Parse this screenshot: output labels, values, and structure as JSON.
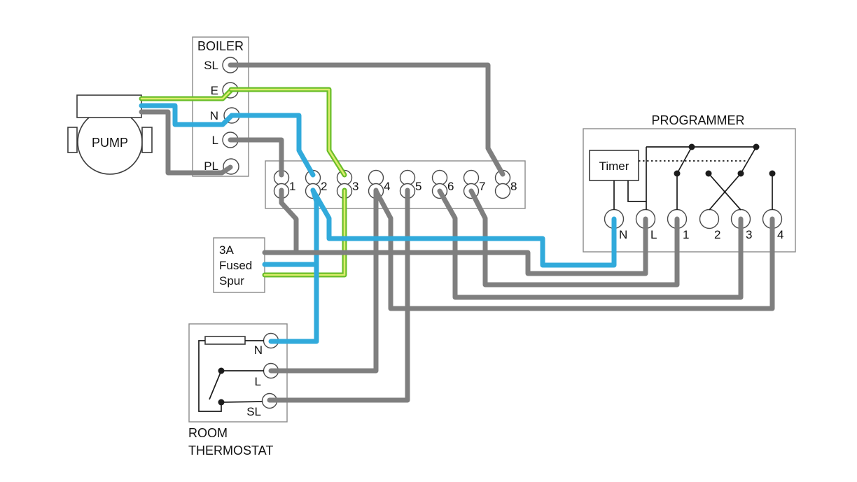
{
  "colors": {
    "background": "#FFFFFF",
    "wire_gray": "#7F7F7F",
    "wire_blue": "#31AADB",
    "wire_earth_green": "#69BE28",
    "wire_earth_yellow": "#DCEC6E",
    "line_black": "#1C1C1C",
    "box_border": "#8A8A8A"
  },
  "boiler": {
    "title": "BOILER",
    "terminals": [
      "SL",
      "E",
      "N",
      "L",
      "PL"
    ]
  },
  "pump": {
    "label": "PUMP"
  },
  "junction_box": {
    "terminals": [
      "1",
      "2",
      "3",
      "4",
      "5",
      "6",
      "7",
      "8"
    ]
  },
  "fused_spur": {
    "label_lines": [
      "3A",
      "Fused",
      "Spur"
    ]
  },
  "room_thermostat": {
    "title_lines": [
      "ROOM",
      "THERMOSTAT"
    ],
    "terminals": [
      "N",
      "L",
      "SL"
    ]
  },
  "programmer": {
    "title": "PROGRAMMER",
    "timer_label": "Timer",
    "terminals": [
      "N",
      "L",
      "1",
      "2",
      "3",
      "4"
    ]
  }
}
